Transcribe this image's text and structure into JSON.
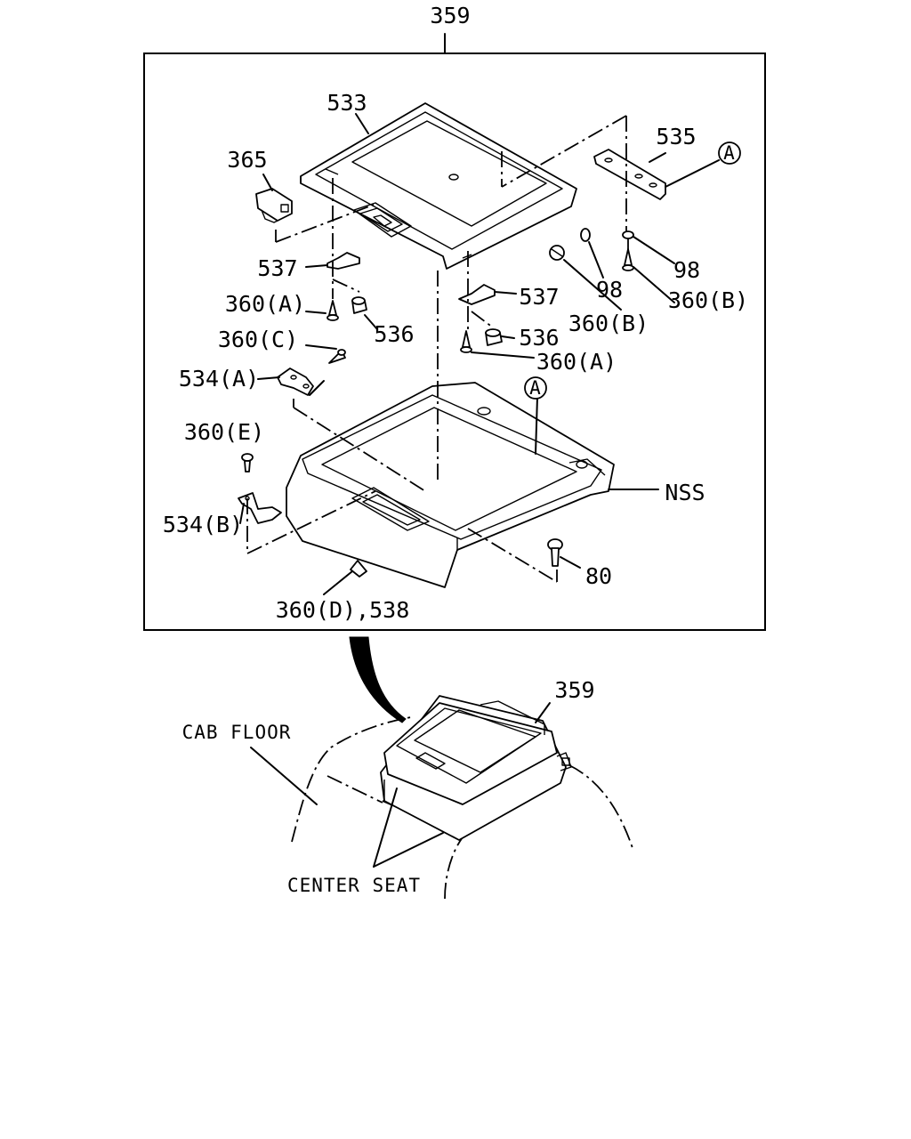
{
  "labels": {
    "assembly_top": "359",
    "p533": "533",
    "p365": "365",
    "p535": "535",
    "ref_a_top": "A",
    "p537_left": "537",
    "p537_right": "537",
    "p360a_left": "360(A)",
    "p536_left": "536",
    "p536_right": "536",
    "p360c": "360(C)",
    "p534a": "534(A)",
    "p360a_right": "360(A)",
    "p98_left": "98",
    "p98_right": "98",
    "p360b_left": "360(B)",
    "p360b_right": "360(B)",
    "ref_a_lower": "A",
    "nss": "NSS",
    "p360e": "360(E)",
    "p534b": "534(B)",
    "p80": "80",
    "p360d_538": "360(D),538",
    "assembly_bottom": "359",
    "cab_floor": "CAB FLOOR",
    "center_seat": "CENTER SEAT"
  }
}
